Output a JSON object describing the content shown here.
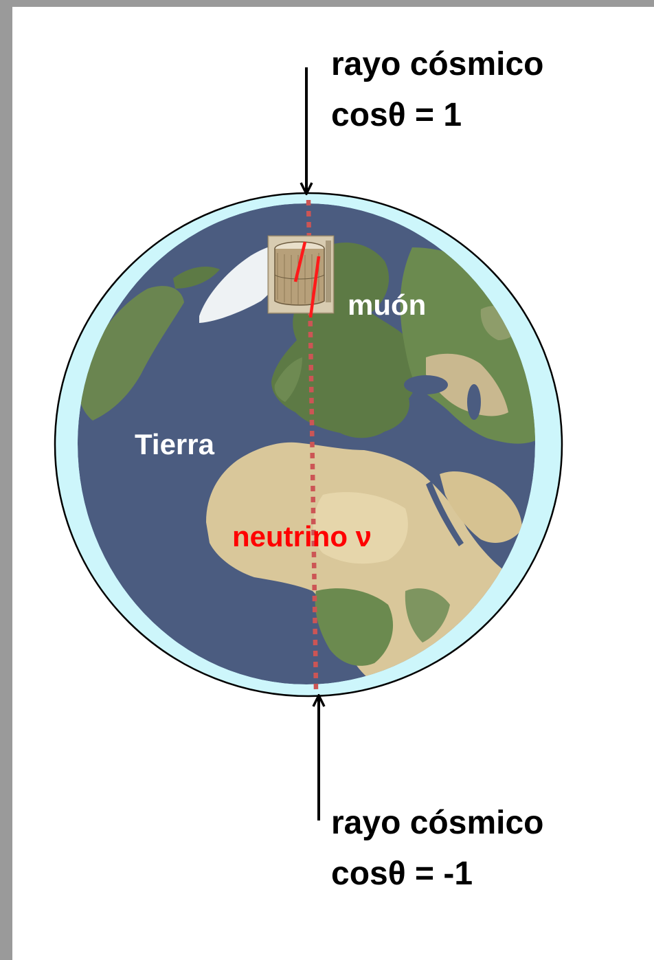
{
  "top_ray": {
    "line1": "rayo cósmico",
    "line2": "cosθ = 1"
  },
  "bottom_ray": {
    "line1": "rayo cósmico",
    "line2": "cosθ = -1"
  },
  "labels": {
    "muon": "muón",
    "earth": "Tierra",
    "neutrino": "neutrino ν"
  },
  "colors": {
    "atmosphere": "#cdf6fb",
    "ocean": "#4b5c80",
    "land_green": "#5d7a45",
    "desert": "#d9c79a",
    "ice": "#eef2f4",
    "neutrino_path": "#cc5555",
    "muon_track": "#ff1a1a",
    "arrow": "#000000"
  },
  "icons": {
    "detector": "detector-icon"
  }
}
